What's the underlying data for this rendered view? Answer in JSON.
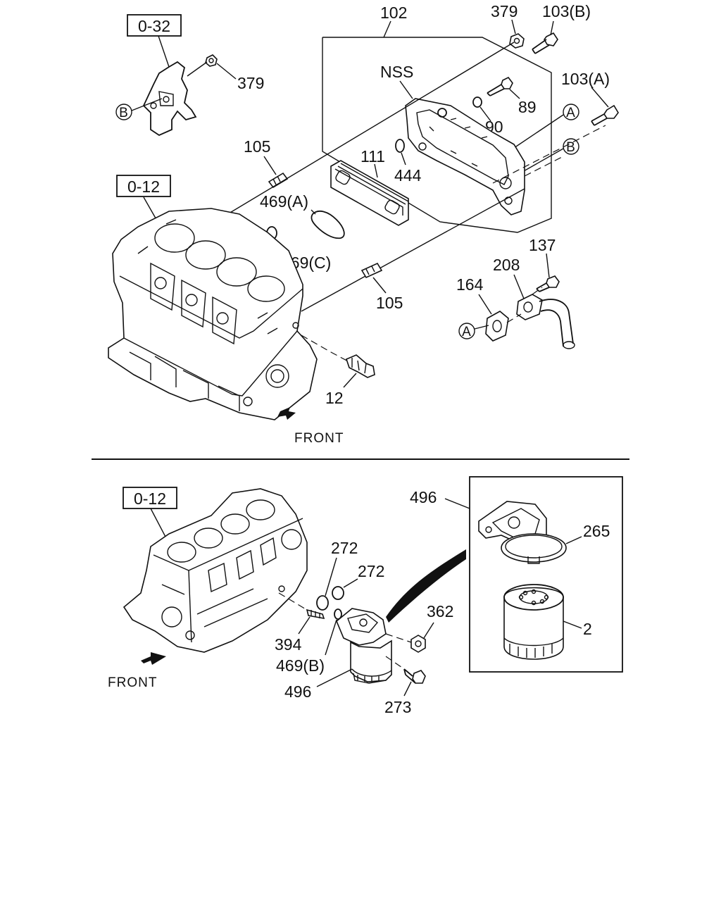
{
  "top_section": {
    "refs": {
      "ref_032": "0-32",
      "ref_012": "0-12"
    },
    "markers": {
      "a": "A",
      "b": "B"
    },
    "labels": {
      "p379_left": "379",
      "p102": "102",
      "p379_top": "379",
      "p103b": "103(B)",
      "nss": "NSS",
      "p103a": "103(A)",
      "p89": "89",
      "p90": "90",
      "p105_upper": "105",
      "p111": "111",
      "p444": "444",
      "p469a": "469(A)",
      "p469c": "469(C)",
      "p137": "137",
      "p208": "208",
      "p164": "164",
      "p105_lower": "105",
      "p12": "12"
    },
    "front": "FRONT"
  },
  "bottom_section": {
    "refs": {
      "ref_012": "0-12"
    },
    "labels": {
      "p496_top": "496",
      "p265": "265",
      "p272_a": "272",
      "p272_b": "272",
      "p362": "362",
      "p2": "2",
      "p394": "394",
      "p469b": "469(B)",
      "p496_bottom": "496",
      "p273": "273"
    },
    "front": "FRONT"
  }
}
